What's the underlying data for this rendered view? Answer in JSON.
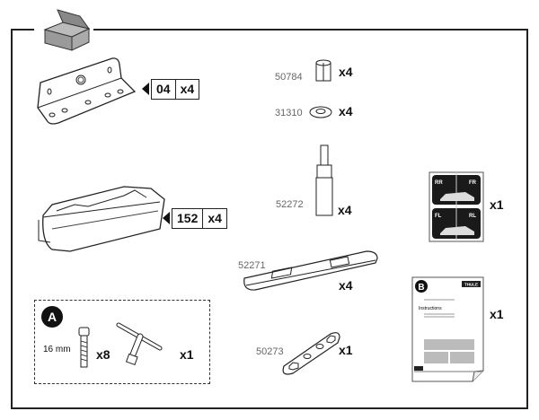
{
  "parts": [
    {
      "id": "bracket",
      "code": "04",
      "qty": "x4"
    },
    {
      "id": "foot",
      "code": "152",
      "qty": "x4"
    },
    {
      "id": "nut",
      "code": "50784",
      "qty": "x4"
    },
    {
      "id": "washer",
      "code": "31310",
      "qty": "x4"
    },
    {
      "id": "spacer",
      "code": "52272",
      "qty": "x4"
    },
    {
      "id": "stickers",
      "qty": "x1",
      "labels": [
        "RR",
        "FR",
        "FL",
        "RL"
      ]
    },
    {
      "id": "plate",
      "code": "52271",
      "qty": "x4"
    },
    {
      "id": "instructions",
      "qty": "x1",
      "badge": "B",
      "title": "Instructions",
      "brand": "THULE"
    },
    {
      "id": "wrench",
      "code": "50273",
      "qty": "x1"
    }
  ],
  "toolkit": {
    "badge": "A",
    "screw_size": "16 mm",
    "screw_qty": "x8",
    "key_qty": "x1"
  }
}
